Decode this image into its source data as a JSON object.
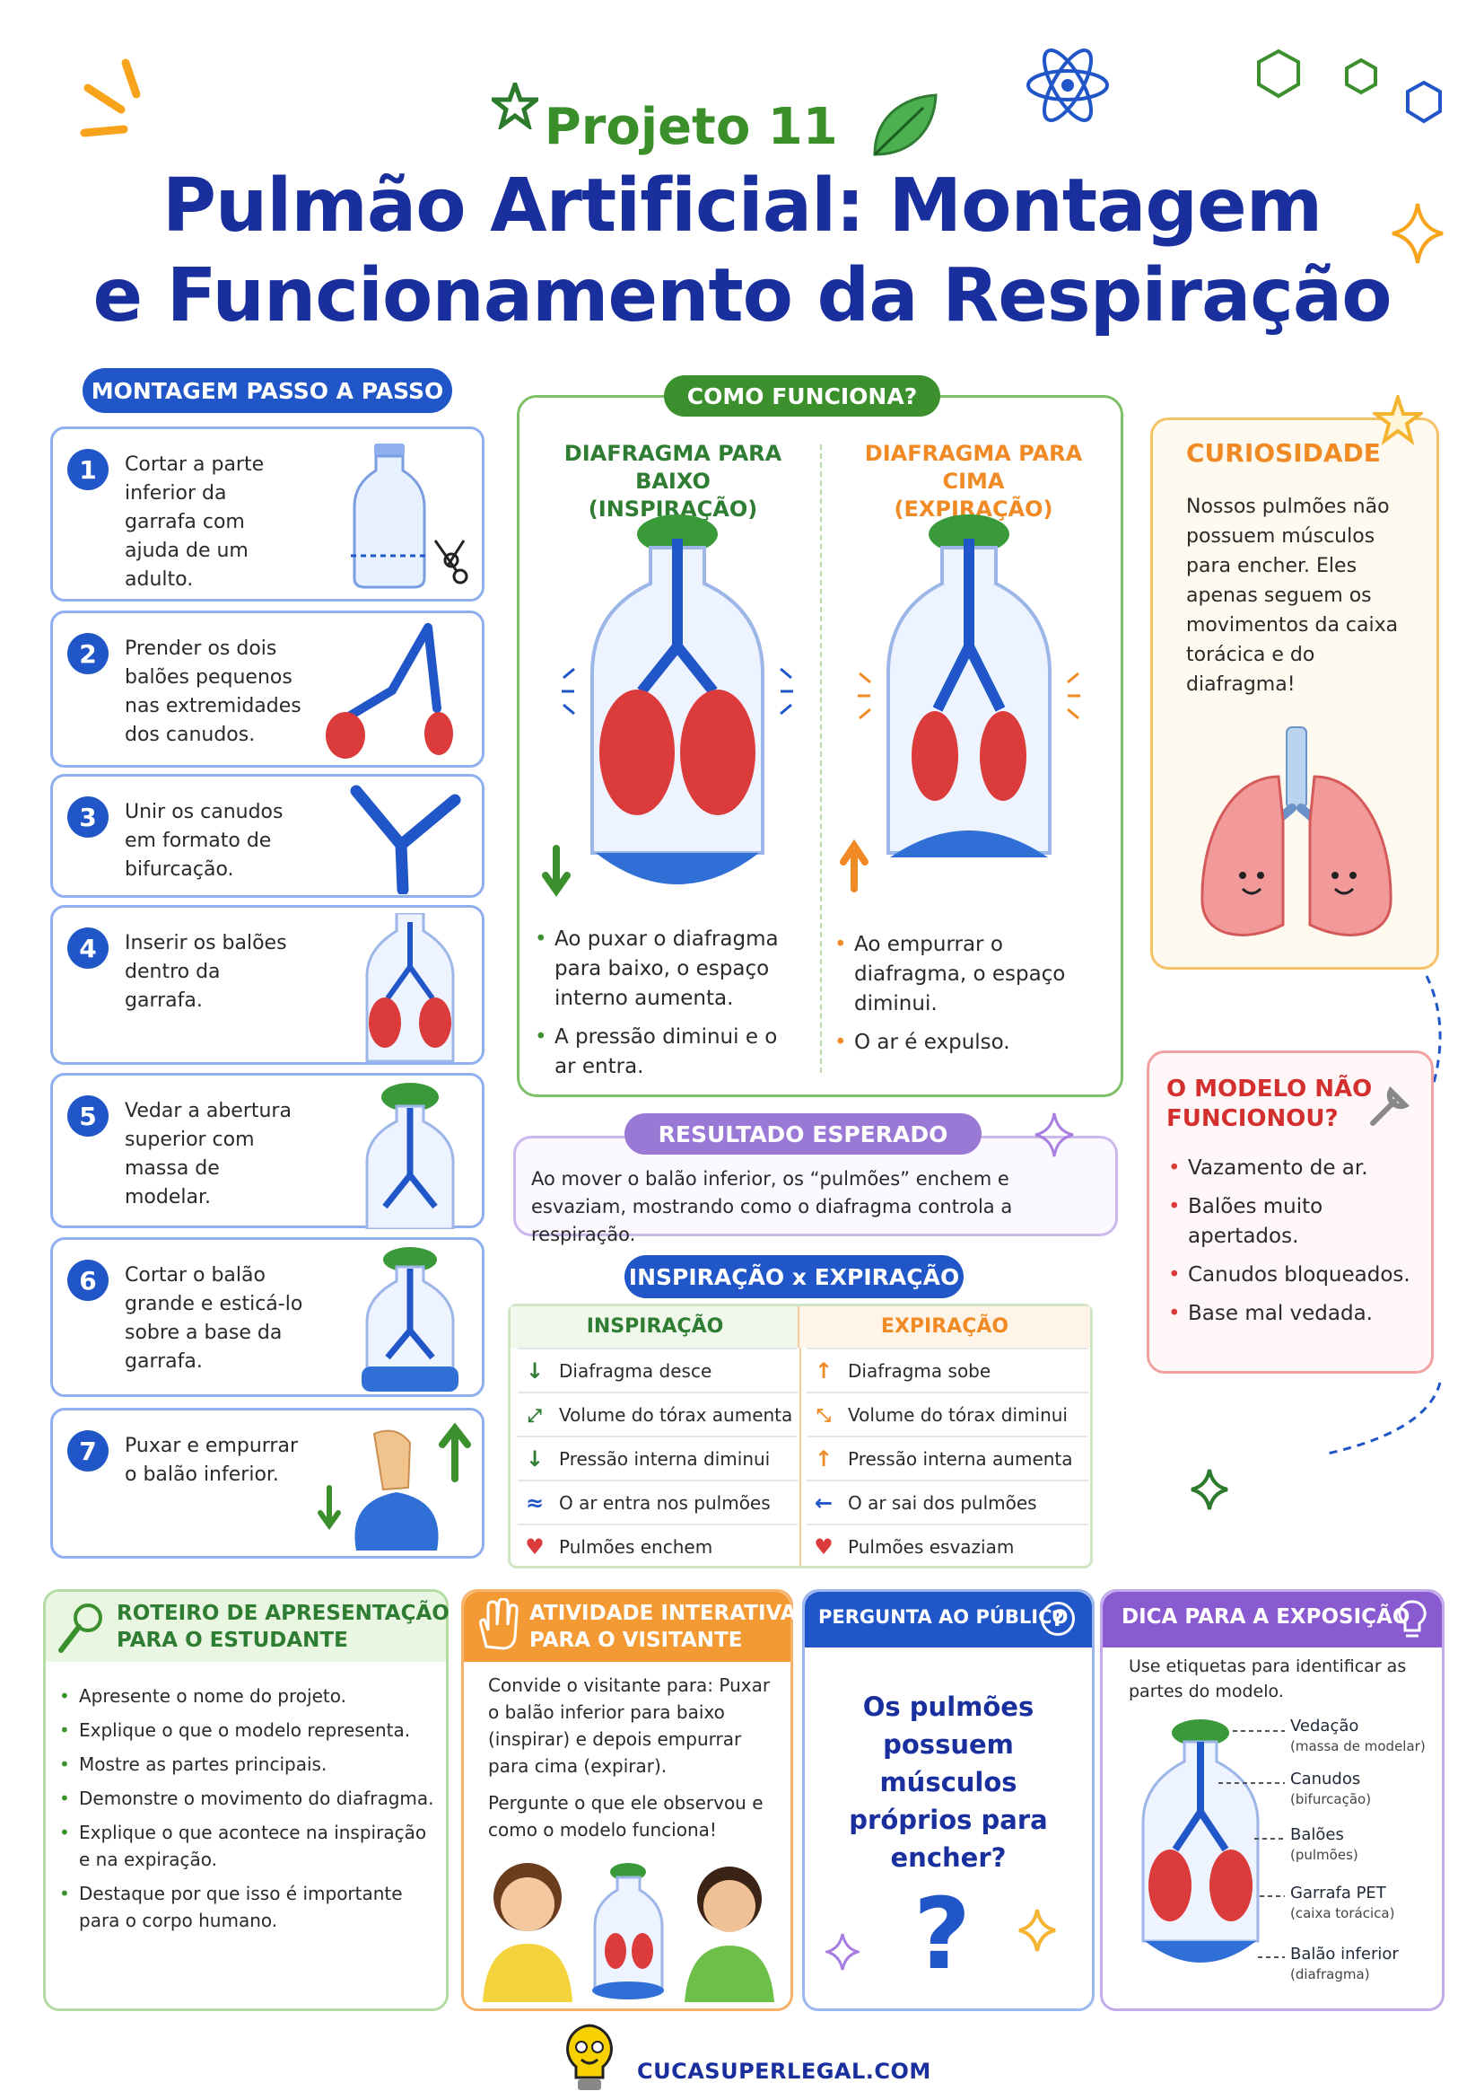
{
  "header": {
    "kicker": "Projeto 11",
    "title_line1": "Pulmão Artificial: Montagem",
    "title_line2": "e Funcionamento da Respiração"
  },
  "montagem": {
    "title": "MONTAGEM PASSO A PASSO",
    "steps": [
      {
        "num": "1",
        "text": "Cortar a parte inferior da garrafa com ajuda de um adulto."
      },
      {
        "num": "2",
        "text": "Prender os dois balões pequenos nas extremidades dos canudos."
      },
      {
        "num": "3",
        "text": "Unir os canudos em formato de bifurcação."
      },
      {
        "num": "4",
        "text": "Inserir os balões dentro da garrafa."
      },
      {
        "num": "5",
        "text": "Vedar a abertura superior com massa de modelar."
      },
      {
        "num": "6",
        "text": "Cortar o balão grande e esticá-lo sobre a base da garrafa."
      },
      {
        "num": "7",
        "text": "Puxar e empurrar o balão inferior."
      }
    ]
  },
  "como_funciona": {
    "title": "COMO FUNCIONA?",
    "down": {
      "title_line1": "DIAFRAGMA PARA BAIXO",
      "title_line2": "(INSPIRAÇÃO)",
      "bullet1": "Ao puxar o diafragma para baixo, o espaço interno aumenta.",
      "bullet2": "A pressão diminui e o ar entra."
    },
    "up": {
      "title_line1": "DIAFRAGMA PARA CIMA",
      "title_line2": "(EXPIRAÇÃO)",
      "bullet1": "Ao empurrar o diafragma, o espaço diminui.",
      "bullet2": "O ar é expulso."
    }
  },
  "curiosidade": {
    "title": "CURIOSIDADE",
    "text": "Nossos pulmões não possuem músculos para encher. Eles apenas seguem os movimentos da caixa torácica e do diafragma!"
  },
  "resultado": {
    "title": "RESULTADO ESPERADO",
    "text": "Ao mover o balão inferior, os “pulmões” enchem e esvaziam, mostrando como o diafragma controla a respiração."
  },
  "nao_funcionou": {
    "title_line1": "O MODELO NÃO",
    "title_line2": "FUNCIONOU?",
    "items": [
      "Vazamento de ar.",
      "Balões muito apertados.",
      "Canudos bloqueados.",
      "Base mal vedada."
    ]
  },
  "comparacao": {
    "title": "INSPIRAÇÃO x EXPIRAÇÃO",
    "head_left": "INSPIRAÇÃO",
    "head_right": "EXPIRAÇÃO",
    "left": [
      "Diafragma desce",
      "Volume do tórax aumenta",
      "Pressão interna diminui",
      "O ar entra nos pulmões",
      "Pulmões enchem"
    ],
    "right": [
      "Diafragma sobe",
      "Volume do tórax diminui",
      "Pressão interna aumenta",
      "O ar sai dos pulmões",
      "Pulmões esvaziam"
    ]
  },
  "roteiro": {
    "title_line1": "ROTEIRO DE APRESENTAÇÃO",
    "title_line2": "PARA O ESTUDANTE",
    "items": [
      "Apresente o nome do projeto.",
      "Explique o que o modelo representa.",
      "Mostre as partes principais.",
      "Demonstre o movimento do diafragma.",
      "Explique o que acontece na inspiração e na expiração.",
      "Destaque por que isso é importante para o corpo humano."
    ]
  },
  "atividade": {
    "title_line1": "ATIVIDADE INTERATIVA",
    "title_line2": "PARA O VISITANTE",
    "text1": "Convide o visitante para: Puxar o balão inferior para baixo (inspirar) e depois empurrar para cima (expirar).",
    "text2": "Pergunte o que ele observou e como o modelo funciona!"
  },
  "pergunta": {
    "title": "PERGUNTA AO PÚBLICO",
    "question": "Os pulmões possuem músculos próprios para encher?"
  },
  "dica": {
    "title": "DICA PARA A EXPOSIÇÃO",
    "intro": "Use etiquetas para identificar as partes do modelo.",
    "labels": [
      {
        "name": "Vedação",
        "sub": "(massa de modelar)"
      },
      {
        "name": "Canudos",
        "sub": "(bifurcação)"
      },
      {
        "name": "Balões",
        "sub": "(pulmões)"
      },
      {
        "name": "Garrafa PET",
        "sub": "(caixa torácica)"
      },
      {
        "name": "Balão inferior",
        "sub": "(diafragma)"
      }
    ]
  },
  "footer": {
    "site": "CUCASUPERLEGAL.COM"
  },
  "colors": {
    "title_blue": "#1a2f9e",
    "accent_blue": "#2056c8",
    "green": "#3b8f2c",
    "orange": "#f08a24",
    "purple": "#8a5ad0",
    "balloon_red": "#dc3b3b"
  }
}
